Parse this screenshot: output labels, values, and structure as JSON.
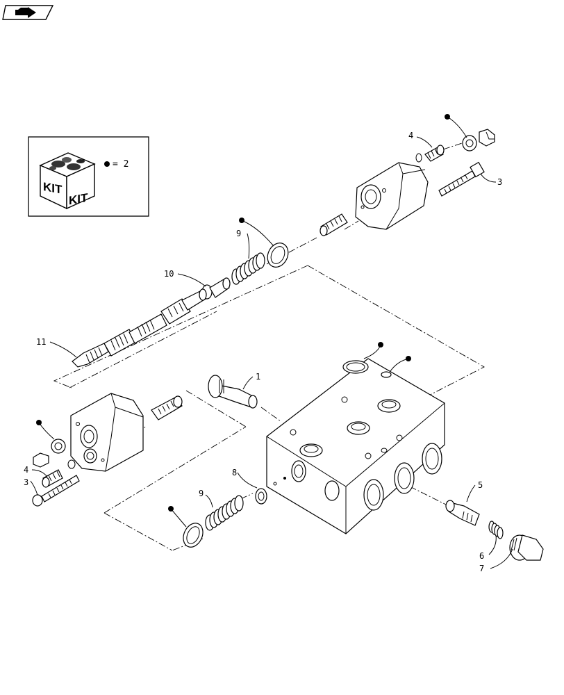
{
  "kit_legend": {
    "equals_text": "= 2",
    "kit_words": [
      "KIT",
      "KIT"
    ]
  },
  "callouts": [
    {
      "id": "c1",
      "text": "1"
    },
    {
      "id": "c3a",
      "text": "3"
    },
    {
      "id": "c3b",
      "text": "3"
    },
    {
      "id": "c4a",
      "text": "4"
    },
    {
      "id": "c4b",
      "text": "4"
    },
    {
      "id": "c5",
      "text": "5"
    },
    {
      "id": "c6",
      "text": "6"
    },
    {
      "id": "c7",
      "text": "7"
    },
    {
      "id": "c8",
      "text": "8"
    },
    {
      "id": "c9a",
      "text": "9"
    },
    {
      "id": "c9b",
      "text": "9"
    },
    {
      "id": "c10",
      "text": "10"
    },
    {
      "id": "c11",
      "text": "11"
    }
  ],
  "kit_markers": [
    "kit-marker-top",
    "kit-marker-oring-9",
    "kit-marker-block-1",
    "kit-marker-block-2",
    "kit-marker-left",
    "kit-marker-bottom"
  ]
}
